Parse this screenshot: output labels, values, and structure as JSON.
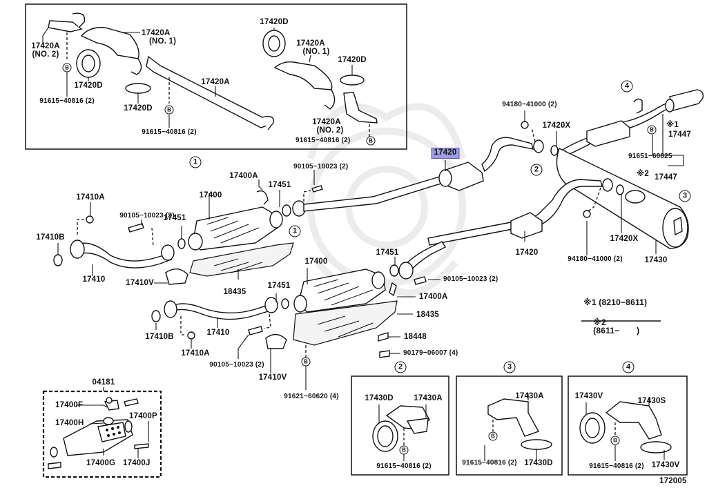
{
  "diagram": {
    "title": "Exhaust Pipe Parts Diagram",
    "figure_number": "172005",
    "highlighted_part": "17420",
    "highlight_color": "#9d9de0",
    "footnotes": [
      {
        "mark": "※1",
        "range": "(8210−8611)"
      },
      {
        "mark": "※2",
        "range": "(8611−       )"
      }
    ],
    "inset_top": {
      "labels": [
        {
          "text": "17420A",
          "sub": "(NO. 2)"
        },
        {
          "text": "17420A",
          "sub": "(NO. 1)"
        },
        {
          "text": "17420D"
        },
        {
          "text": "17420D"
        },
        {
          "text": "91615−40816 (2)"
        },
        {
          "text": "17420A"
        },
        {
          "text": "91615−40816 (2)"
        },
        {
          "text": "17420D"
        },
        {
          "text": "17420A",
          "sub": "(NO. 1)"
        },
        {
          "text": "17420D"
        },
        {
          "text": "17420A",
          "sub": "(NO. 2)"
        },
        {
          "text": "91615−40816 (2)"
        }
      ]
    },
    "main_labels": {
      "c1a": "①",
      "c1b": "①",
      "c2": "②",
      "c3": "③",
      "c4": "④",
      "p17410A_1": "17410A",
      "p90105_1": "90105−10023 (2)",
      "p17400_1": "17400",
      "p17400A_1": "17400A",
      "p17451_1": "17451",
      "p90105_2": "90105−10023 (2)",
      "p17451_2": "17451",
      "p17410B_1": "17410B",
      "p17410_1": "17410",
      "p17410V_1": "17410V",
      "p18435_1": "18435",
      "p17420": "17420",
      "p94180_1": "94180−41000 (2)",
      "p17420X_1": "17420X",
      "p17447_1": "17447",
      "p91651": "91651−60825",
      "p17447_2": "17447",
      "p17420_2": "17420",
      "p94180_2": "94180−41000 (2)",
      "p17420X_2": "17420X",
      "p17430": "17430",
      "p17451_3": "17451",
      "p17400_2": "17400",
      "p17451_4": "17451",
      "p90105_3": "90105−10023 (2)",
      "p17400A_2": "17400A",
      "p18435_2": "18435",
      "p18448": "18448",
      "p90179": "90179−06007 (4)",
      "p17410B_2": "17410B",
      "p17410_2": "17410",
      "p17410A_2": "17410A",
      "p90105_4": "90105−10023 (2)",
      "p17410V_2": "17410V",
      "p91621": "91621−60620 (4)",
      "star1": "※1",
      "star2": "※2",
      "bolt_mark": "B"
    },
    "kit_box": {
      "kit_number": "04181",
      "labels": [
        "17400F",
        "17400H",
        "17400P",
        "17400G",
        "17400J"
      ]
    },
    "detail_boxes": [
      {
        "id": "②",
        "labels": [
          "17430D",
          "17430A",
          "91615−40816 (2)"
        ]
      },
      {
        "id": "③",
        "labels": [
          "17430A",
          "91615−40816 (2)",
          "17430D"
        ]
      },
      {
        "id": "④",
        "labels": [
          "17430V",
          "17430S",
          "91615−40816 (2)",
          "17430V"
        ]
      }
    ]
  }
}
